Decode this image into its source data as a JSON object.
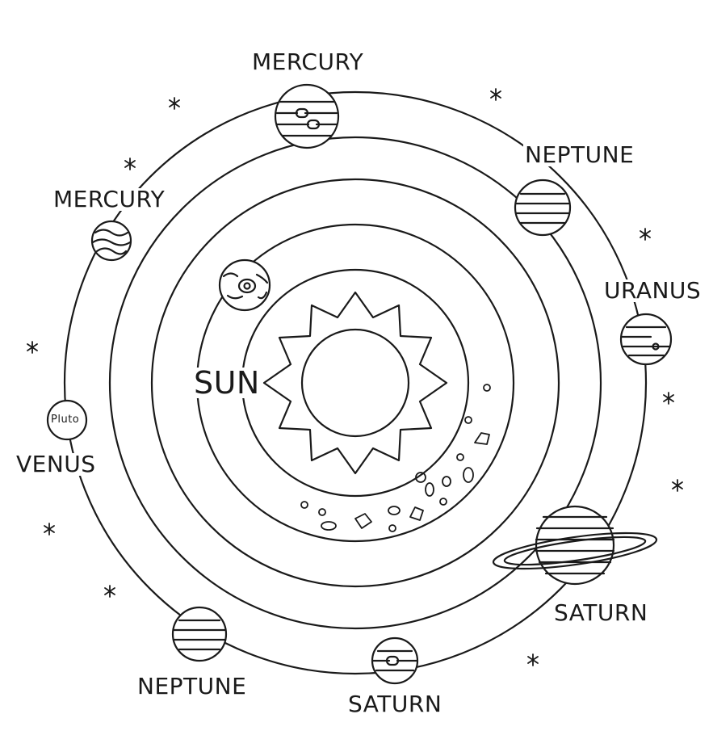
{
  "labels": {
    "sun": "SUN",
    "mercury_top": "MERCURY",
    "mercury_left": "MERCURY",
    "neptune_top_right": "NEPTUNE",
    "uranus": "URANUS",
    "saturn_right": "SATURN",
    "saturn_bottom": "SATURN",
    "neptune_bottom": "NEPTUNE",
    "venus": "VENUS",
    "pluto": "Pluto"
  },
  "colors": {
    "line": "#1a1a1a",
    "background": "#ffffff"
  },
  "icons": {
    "star": "sparkle-star",
    "sun": "sun-icon",
    "planets": "banded-planet-icon",
    "saturn": "ringed-planet-icon",
    "asteroids": "asteroid-belt"
  }
}
